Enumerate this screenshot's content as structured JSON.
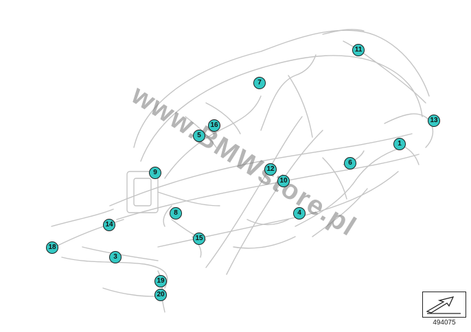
{
  "watermark": {
    "text": "www.BMWstore.pl"
  },
  "diagram_id": "494075",
  "callouts": [
    {
      "label": "1"
    },
    {
      "label": "3"
    },
    {
      "label": "4"
    },
    {
      "label": "5"
    },
    {
      "label": "6"
    },
    {
      "label": "7"
    },
    {
      "label": "8"
    },
    {
      "label": "9"
    },
    {
      "label": "10"
    },
    {
      "label": "11"
    },
    {
      "label": "12"
    },
    {
      "label": "13"
    },
    {
      "label": "14"
    },
    {
      "label": "15"
    },
    {
      "label": "16"
    },
    {
      "label": "16"
    },
    {
      "label": "18"
    },
    {
      "label": "19"
    },
    {
      "label": "20"
    }
  ],
  "colors": {
    "callout_fill": "#34c9c4",
    "harness_line": "#c4c4c4",
    "watermark": "#8a8a8a"
  },
  "icons": {
    "corner_badge": "arrow-icon"
  }
}
